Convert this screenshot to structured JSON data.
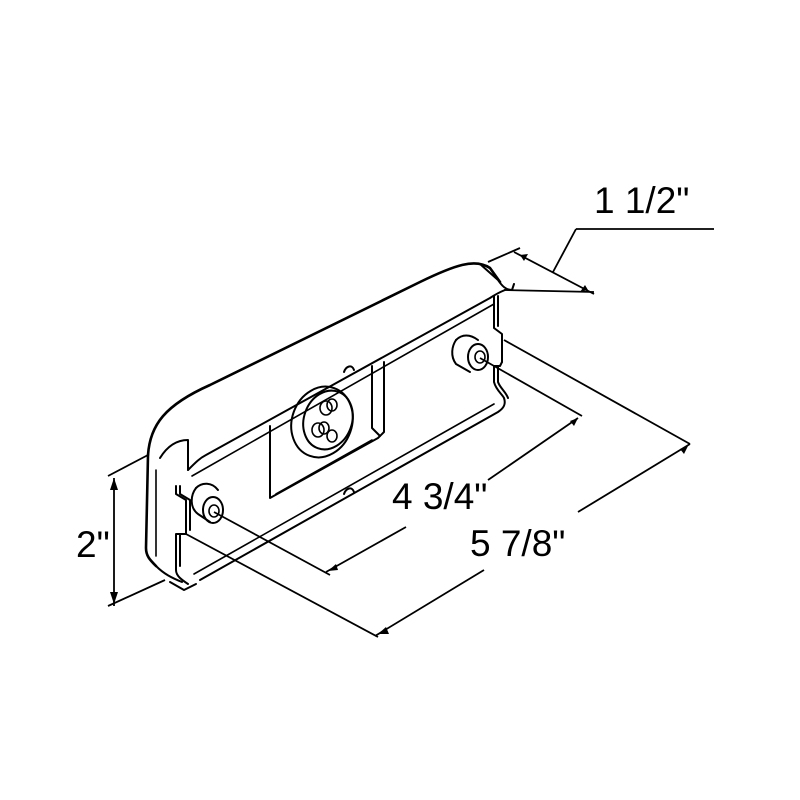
{
  "drawing": {
    "subject": "Rectangular clearance/marker lamp housing - isometric dimension drawing",
    "line_color": "#000000",
    "background_color": "#ffffff"
  },
  "dimensions": {
    "depth": {
      "label": "1 1/2\"",
      "value_in": 1.5
    },
    "height": {
      "label": "2\"",
      "value_in": 2
    },
    "mounting_hole_spacing": {
      "label": "4 3/4\"",
      "value_in": 4.75
    },
    "overall_length": {
      "label": "5 7/8\"",
      "value_in": 5.875
    }
  }
}
